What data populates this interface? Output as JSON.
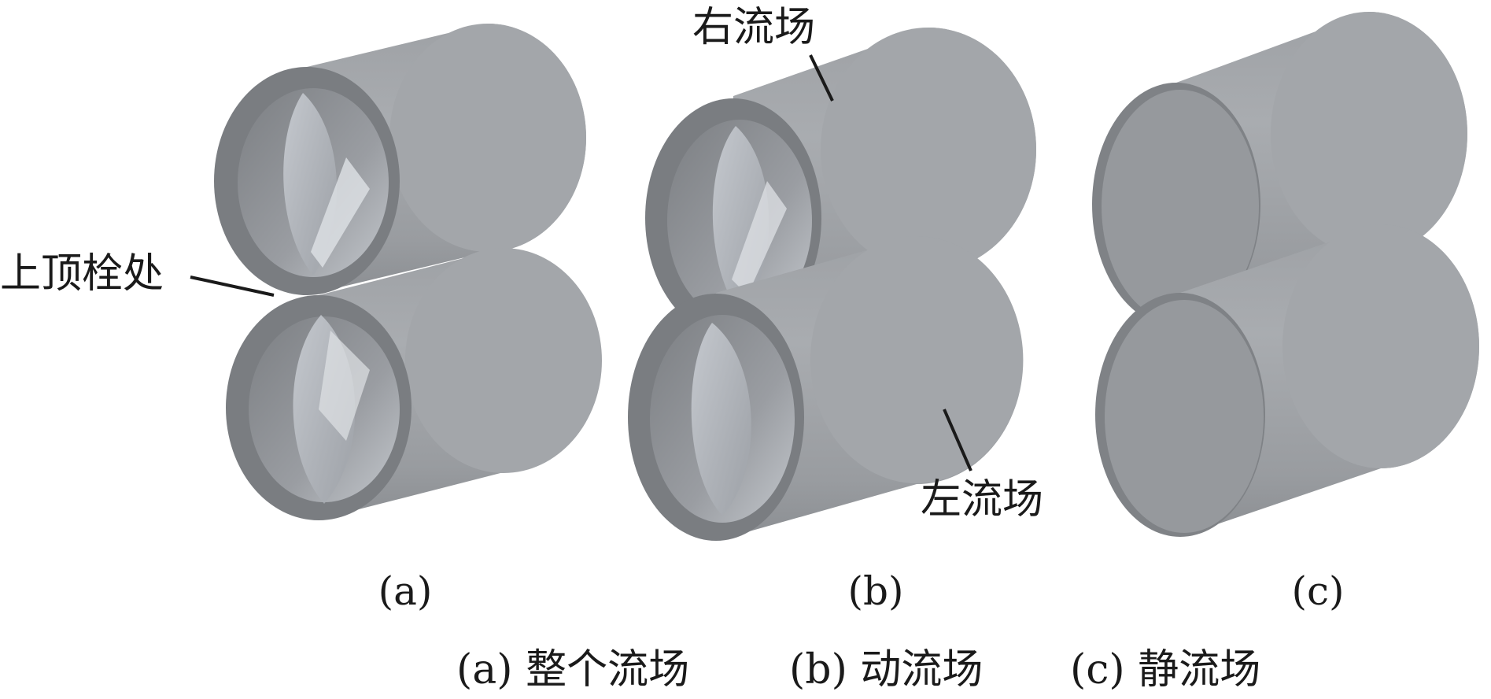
{
  "figure": {
    "panels": [
      {
        "label": "(a)"
      },
      {
        "label": "(b)"
      },
      {
        "label": "(c)"
      }
    ],
    "annotations": {
      "top_bolt": "上顶栓处",
      "right_field": "右流场",
      "left_field": "左流场"
    },
    "caption": {
      "a": "(a) 整个流场",
      "b": "(b) 动流场",
      "c": "(c) 静流场"
    }
  }
}
